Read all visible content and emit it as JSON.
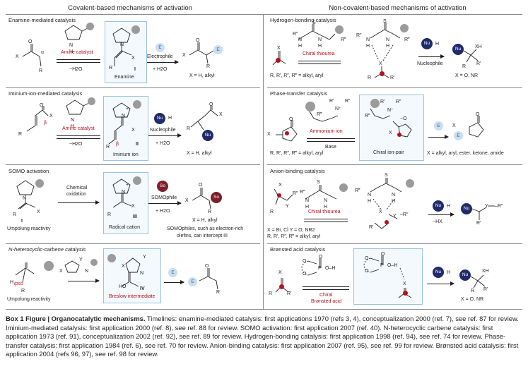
{
  "headers": {
    "left": "Covalent-based mechanisms of activation",
    "right": "Non-covalent-based mechanisms of activation"
  },
  "panels": {
    "enamine": {
      "title": "Enamine-mediated catalysis",
      "catalyst": "Amine catalyst",
      "minus_water": "−H2O",
      "alpha": "α",
      "intermediate": "Enamine",
      "numeral": "I",
      "reagent": "Electrophile",
      "plus_water": "+ H2O",
      "scope": "X = H, alkyl",
      "e": "E",
      "x": "X",
      "r": "R"
    },
    "iminium": {
      "title": "Iminium-ion-mediated catalysis",
      "catalyst": "Amine catalyst",
      "minus_water": "−H2O",
      "beta": "β",
      "intermediate": "Iminium ion",
      "numeral": "II",
      "reagent": "Nucleophile",
      "plus_water": "+ H2O",
      "scope": "X = H, alkyl",
      "nu": "Nu",
      "h": "H",
      "x": "X",
      "r": "R"
    },
    "somo": {
      "title": "SOMO activation",
      "reagent_top": "Chemical",
      "reagent_bottom": "oxidation",
      "intermediate": "Radical cation",
      "numeral": "III",
      "numeral_left": "I",
      "reagent": "SOMOphile",
      "plus_water": "+ H2O",
      "scope": "X = H, alkyl",
      "note_line1": "SOMOphiles, such as electron-rich",
      "note_line2": "olefins, can intercept III",
      "under": "Umpolung reactivity",
      "so": "So",
      "x": "X",
      "r": "R"
    },
    "nhc": {
      "title": "N-heterocyclic-carbene catalysis",
      "intermediate": "Breslow intermediate",
      "numeral": "IV",
      "under": "Umpolung reactivity",
      "ipso": "ipso",
      "h": "H",
      "e": "E",
      "x": "X",
      "y": "Y",
      "n": "N",
      "ho": "HO",
      "r": "R"
    },
    "hbond": {
      "title": "Hydrogen-bonding catalysis",
      "catalyst": "Chiral thiourea",
      "scope_left": "R, R′, R″, R‴ = alkyl, aryl",
      "reagent": "Nucleophile",
      "scope_right": "X = O, NR",
      "nu": "Nu",
      "h": "H",
      "xh": "XH",
      "s": "S",
      "x": "X"
    },
    "ptc": {
      "title": "Phase-transfer catalysis",
      "catalyst": "Ammonium ion",
      "base": "Base",
      "ionpair": "Chiral ion-pair",
      "scope_left": "R, R′, R″, R‴ = alkyl, aryl",
      "scope_right": "X = alkyl, aryl, ester, ketone, amide",
      "e": "E",
      "x": "X",
      "o_minus": "−O",
      "o": "O"
    },
    "anion": {
      "title": "Anion-binding catalysis",
      "catalyst": "Chiral thiourea",
      "scope_line1": "X = Br, Cl     Y = O, NR2",
      "scope_line2": "R, R′, R″, R‴ = alkyl, aryl",
      "reagent": "−HX",
      "nu": "Nu",
      "h": "H",
      "y": "Y",
      "s": "S",
      "x": "X"
    },
    "bronsted": {
      "title": "Brønsted acid catalysis",
      "catalyst_top": "Chiral",
      "catalyst_bottom": "Brønsted acid",
      "scope_right": "X = O, NR",
      "nu": "Nu",
      "h": "H",
      "xh": "XH",
      "o": "O",
      "p": "P",
      "oh": "O–H",
      "x": "X"
    }
  },
  "caption": {
    "bold": "Box 1 Figure | Organocatalytic mechanisms.",
    "body": " Timelines: enamine-mediated catalysis: first applications 1970 (refs 3, 4), conceptualization 2000 (ref. 7), see ref. 87 for review. Iminium-mediated catalysis: first application 2000 (ref. 8), see ref. 88 for review. SOMO activation: first application 2007 (ref. 40). N-heterocyclic carbene catalysis: first application 1973 (ref. 91), conceptualization 2002 (ref. 92), see ref. 89 for review. Hydrogen-bonding catalysis: first application 1998 (ref. 94), see ref. 74 for review. Phase-transfer catalysis: first application 1984 (ref. 6), see ref. 70 for review. Anion-binding catalysis: first application 2007 (ref. 95), see ref. 99 for review. Brønsted acid catalysis: first application 2004 (refs 96, 97), see ref. 98 for review."
  },
  "colors": {
    "red": "#b5121b",
    "box_border": "#9dc3e0",
    "electrophile": "#c9dff1",
    "nucleophile": "#1f2b6b",
    "somophile": "#7d1f2a",
    "grey_group": "#9b9b9b"
  }
}
